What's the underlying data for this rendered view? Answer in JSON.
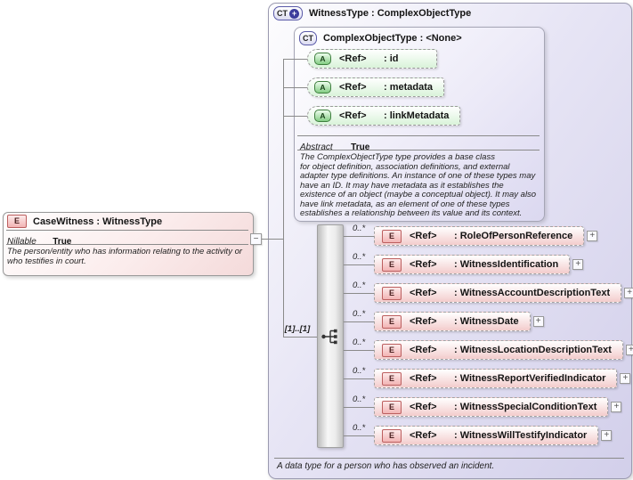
{
  "colors": {
    "element_accent": "#f2b4b4",
    "attribute_accent": "#84cd84",
    "type_accent": "#dcdcf2"
  },
  "outer_type": {
    "badge": "CT",
    "expand_glyph": "+",
    "title": "WitnessType : ComplexObjectType",
    "footer_description": "A data type for a person who has observed an incident."
  },
  "base_type": {
    "badge": "CT",
    "title": "ComplexObjectType : <None>",
    "attributes": [
      {
        "badge": "A",
        "ref": "<Ref>",
        "name": ": id"
      },
      {
        "badge": "A",
        "ref": "<Ref>",
        "name": ": metadata"
      },
      {
        "badge": "A",
        "ref": "<Ref>",
        "name": ": linkMetadata"
      }
    ],
    "facet_label": "Abstract",
    "facet_value": "True",
    "description": "The ComplexObjectType type provides a base class\nfor object definition, association definitions, and external adapter type definitions. An instance of one of these types may have an ID. It may have metadata as it establishes the existence of an object (maybe a conceptual object). It may also have link metadata, as an element of one of these types establishes a relationship between its value and its context."
  },
  "element": {
    "badge": "E",
    "title": "CaseWitness : WitnessType",
    "facet_label": "Nillable",
    "facet_value": "True",
    "description": "The person/entity who has information relating to the activity or who testifies in court.",
    "collapse_glyph": "−"
  },
  "sequence": {
    "cardinality": "[1]..[1]",
    "children": [
      {
        "cardinality": "0..*",
        "badge": "E",
        "ref": "<Ref>",
        "name": ": RoleOfPersonReference",
        "expand_glyph": "+"
      },
      {
        "cardinality": "0..*",
        "badge": "E",
        "ref": "<Ref>",
        "name": ": WitnessIdentification",
        "expand_glyph": "+"
      },
      {
        "cardinality": "0..*",
        "badge": "E",
        "ref": "<Ref>",
        "name": ": WitnessAccountDescriptionText",
        "expand_glyph": "+"
      },
      {
        "cardinality": "0..*",
        "badge": "E",
        "ref": "<Ref>",
        "name": ": WitnessDate",
        "expand_glyph": "+"
      },
      {
        "cardinality": "0..*",
        "badge": "E",
        "ref": "<Ref>",
        "name": ": WitnessLocationDescriptionText",
        "expand_glyph": "+"
      },
      {
        "cardinality": "0..*",
        "badge": "E",
        "ref": "<Ref>",
        "name": ": WitnessReportVerifiedIndicator",
        "expand_glyph": "+"
      },
      {
        "cardinality": "0..*",
        "badge": "E",
        "ref": "<Ref>",
        "name": ": WitnessSpecialConditionText",
        "expand_glyph": "+"
      },
      {
        "cardinality": "0..*",
        "badge": "E",
        "ref": "<Ref>",
        "name": ": WitnessWillTestifyIndicator",
        "expand_glyph": "+"
      }
    ]
  }
}
